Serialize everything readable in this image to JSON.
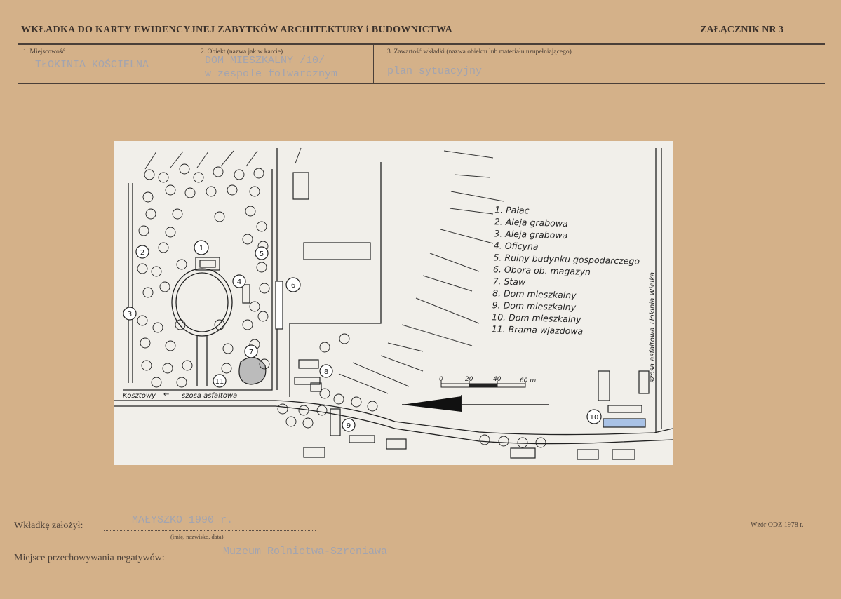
{
  "header": {
    "title": "WKŁADKA DO KARTY EWIDENCYJNEJ ZABYTKÓW ARCHITEKTURY i BUDOWNICTWA",
    "annex": "ZAŁĄCZNIK NR 3"
  },
  "fields": {
    "locality_label": "1. Miejscowość",
    "locality_value": "TŁOKINIA KOŚCIELNA",
    "object_label": "2. Obiekt (nazwa jak w karcie)",
    "object_value_1": "DOM MIESZKALNY /10/",
    "object_value_2": "w zespole folwarcznym",
    "content_label": "3. Zawartość wkładki (nazwa obiektu lub materiału uzupełniającego)",
    "content_value": "plan sytuacyjny"
  },
  "plan": {
    "legend": [
      "1. Pałac",
      "2. Aleja grabowa",
      "3. Aleja grabowa",
      "4. Oficyna",
      "5. Ruiny budynku gospodarczego",
      "6. Obora ob. magazyn",
      "7. Staw",
      "8. Dom mieszkalny",
      "9. Dom mieszkalny",
      "10. Dom mieszkalny",
      "11. Brama wjazdowa"
    ],
    "markers": [
      "1",
      "2",
      "3",
      "4",
      "5",
      "6",
      "7",
      "8",
      "9",
      "10",
      "11"
    ],
    "road_left": "Kosztowy",
    "road_mid": "szosa asfaltowa",
    "road_vertical": "szosa asfaltowa Tłokinia Wielka",
    "scale_ticks": [
      "0",
      "20",
      "40",
      "60 m"
    ]
  },
  "footer": {
    "founder_label": "Wkładkę założył:",
    "founder_value": "MAŁYSZKO 1990 r.",
    "founder_hint": "(imię, nazwisko, data)",
    "storage_label": "Miejsce przechowywania negatywów:",
    "storage_value": "Muzeum Rolnictwa-Szreniawa",
    "form_code": "Wzór ODZ 1978 r."
  },
  "colors": {
    "paper": "#d4b189",
    "ink": "#3b312b",
    "typewriter": "#a2a4b0",
    "photo": "#f1efea"
  }
}
